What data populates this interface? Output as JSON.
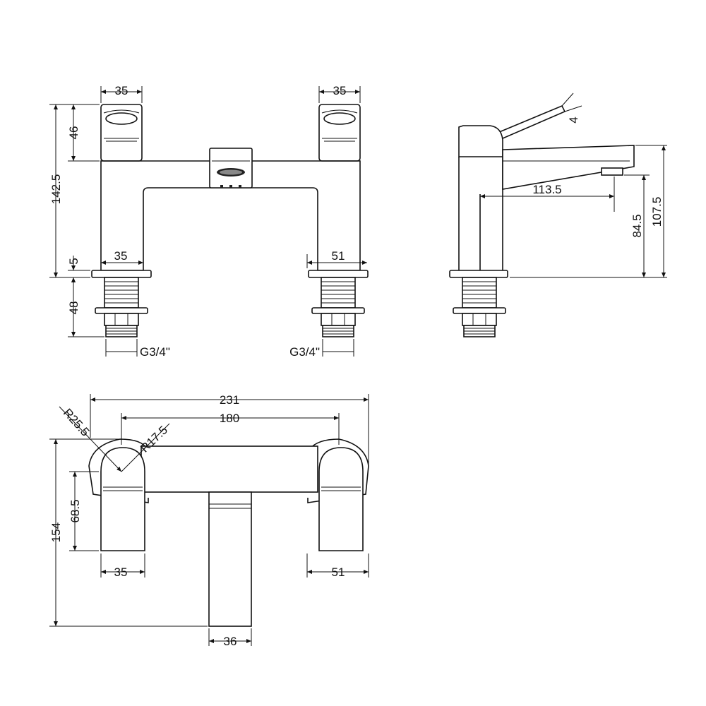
{
  "front_view": {
    "handle_width_left": "35",
    "handle_width_right": "35",
    "handle_height": "46",
    "overall_height": "142.5",
    "base_thickness": "5",
    "body_width_left": "35",
    "body_width_right": "51",
    "shank_length": "48",
    "thread_left": "G3/4\"",
    "thread_right": "G3/4\""
  },
  "side_view": {
    "lever_thickness": "4",
    "spout_reach": "113.5",
    "spout_outlet_height": "84.5",
    "spout_top_height": "107.5"
  },
  "top_view": {
    "overall_width": "231",
    "centres": "180",
    "outer_radius": "R25.5",
    "inner_radius": "R17.5",
    "handle_depth": "68.5",
    "overall_depth": "154",
    "handle_width_left": "35",
    "handle_width_right": "51",
    "spout_width": "36"
  }
}
